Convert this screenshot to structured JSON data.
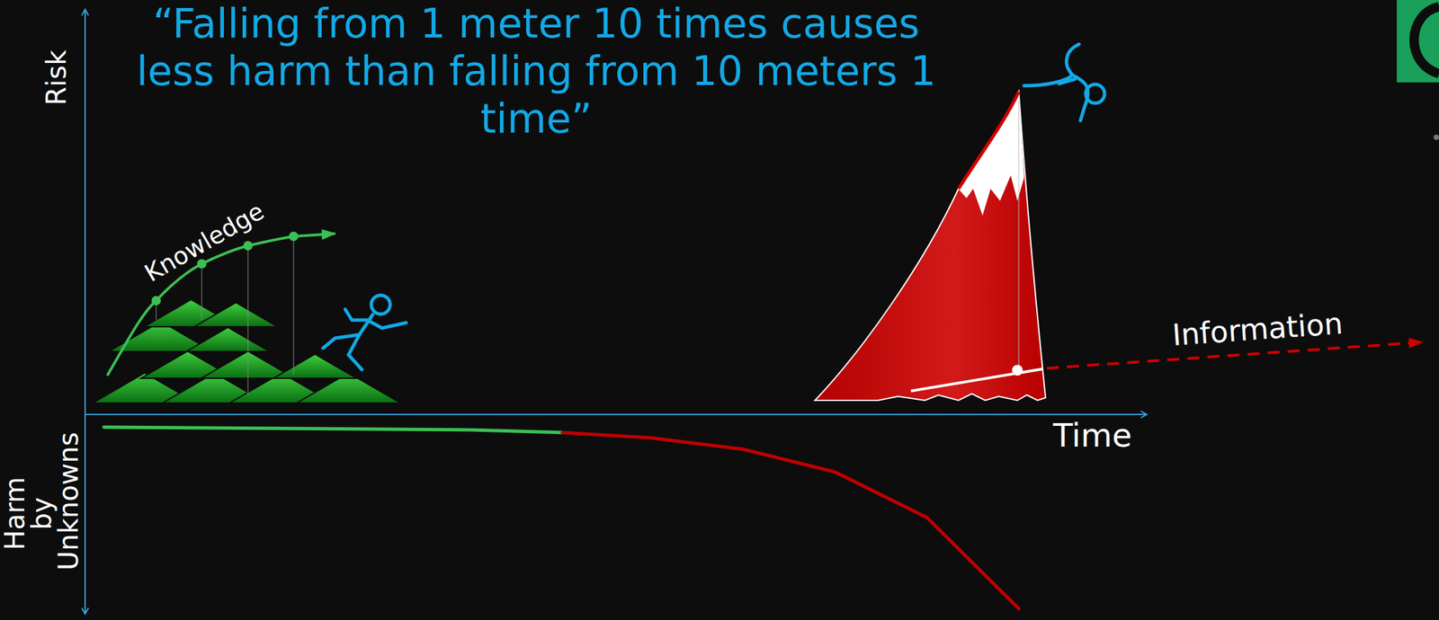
{
  "diagram": {
    "title": "“Falling from 1 meter 10 times causes less harm than falling from 10 meters 1 time”",
    "labels": [
      "Risk",
      "Harm by Unknowns",
      "Knowledge",
      "Time",
      "Information"
    ]
  }
}
